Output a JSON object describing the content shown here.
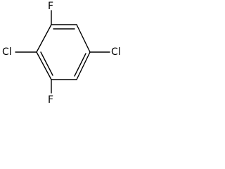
{
  "molecule": {
    "atoms": {
      "f_top": "F",
      "cl_left": "Cl",
      "cl_right": "Cl",
      "f_bottom": "F"
    }
  }
}
